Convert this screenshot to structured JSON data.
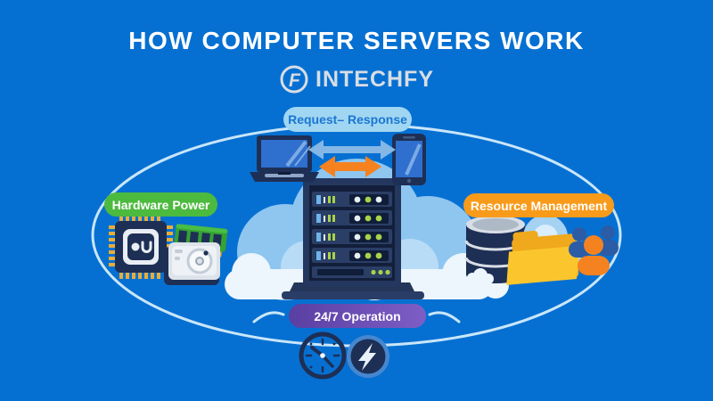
{
  "page": {
    "type": "infographic",
    "background": "#0670d2",
    "connector_color": "#c9e6f9"
  },
  "header": {
    "title": "HOW COMPUTER SERVERS WORK",
    "brand": "INTECHFY",
    "brand_logo_letter": "F"
  },
  "diagram": {
    "center": {
      "icons": [
        "server-rack-icon",
        "cloud-backdrop-icon"
      ]
    },
    "badges": {
      "request_response": {
        "label": "Request– Response",
        "bg": "#a0d6f2",
        "text_color": "#1b76d2"
      },
      "hardware_power": {
        "label": "Hardware Power",
        "bg": "#4cba3f",
        "text_color": "#ffffff"
      },
      "resource_management": {
        "label": "Resource Management",
        "bg": "#f89b1b",
        "text_color": "#ffffff"
      },
      "operation": {
        "label": "24/7 Operation",
        "bg_from": "#5a3fa2",
        "bg_to": "#7e5ec6",
        "text_color": "#ffffff"
      }
    },
    "icon_groups": {
      "top": [
        "laptop-icon",
        "double-arrow-blue-icon",
        "double-arrow-orange-icon",
        "smartphone-icon"
      ],
      "left": [
        "cpu-icon",
        "ram-icon",
        "hard-drive-icon"
      ],
      "right": [
        "database-icon",
        "cloud-icon",
        "folder-icon",
        "users-icon"
      ],
      "bottom": [
        "clock-icon",
        "lightning-icon"
      ]
    },
    "accent_colors": {
      "arrow_blue": "#84b7e6",
      "arrow_orange": "#f5821f",
      "navy": "#1e2f55",
      "led_green": "#a8d24a",
      "pin_gold": "#e7ad3a",
      "cloud_blue": "#8ec6f0",
      "cloud_white": "#edf6fd"
    }
  }
}
